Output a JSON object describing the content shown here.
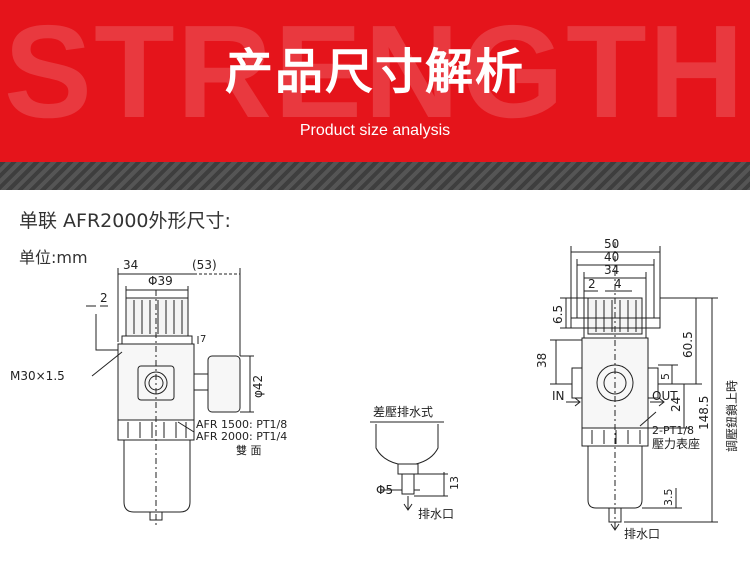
{
  "banner": {
    "bg_word": "STRENGTH",
    "title": "产品尺寸解析",
    "subtitle": "Product size analysis"
  },
  "panel": {
    "heading": "单联 AFR2000外形尺寸:",
    "units": "单位:mm"
  },
  "front_view": {
    "dim_34": "34",
    "dim_53": "(53)",
    "dim_phi39": "Φ39",
    "dim_2": "2",
    "dim_7": "7",
    "thread": "M30×1.5",
    "dim_phi42": "φ42",
    "port_1500": "AFR 1500: PT1/8",
    "port_2000": "AFR 2000: PT1/4",
    "both_sides": "雙 面"
  },
  "drain_detail": {
    "title": "差壓排水式",
    "dim_phi5": "Φ5",
    "dim_13": "13",
    "drain_label": "排水口"
  },
  "side_view": {
    "dim_50": "50",
    "dim_40": "40",
    "dim_34": "34",
    "dim_2": "2",
    "dim_4": "4",
    "dim_6_5": "6.5",
    "dim_38": "38",
    "dim_5": "5",
    "dim_24": "24",
    "dim_60_5": "60.5",
    "dim_148_5": "148.5",
    "dim_3_5": "3.5",
    "in_label": "IN",
    "out_label": "OUT",
    "gauge_port": "2-PT1/8",
    "gauge_seat": "壓力表座",
    "knob_note": "調壓鈕鎖上時",
    "drain_label": "排水口"
  },
  "colors": {
    "banner_red": "#e5141b",
    "stripe_dark": "#3e3e3e",
    "line_gray": "#222222"
  }
}
